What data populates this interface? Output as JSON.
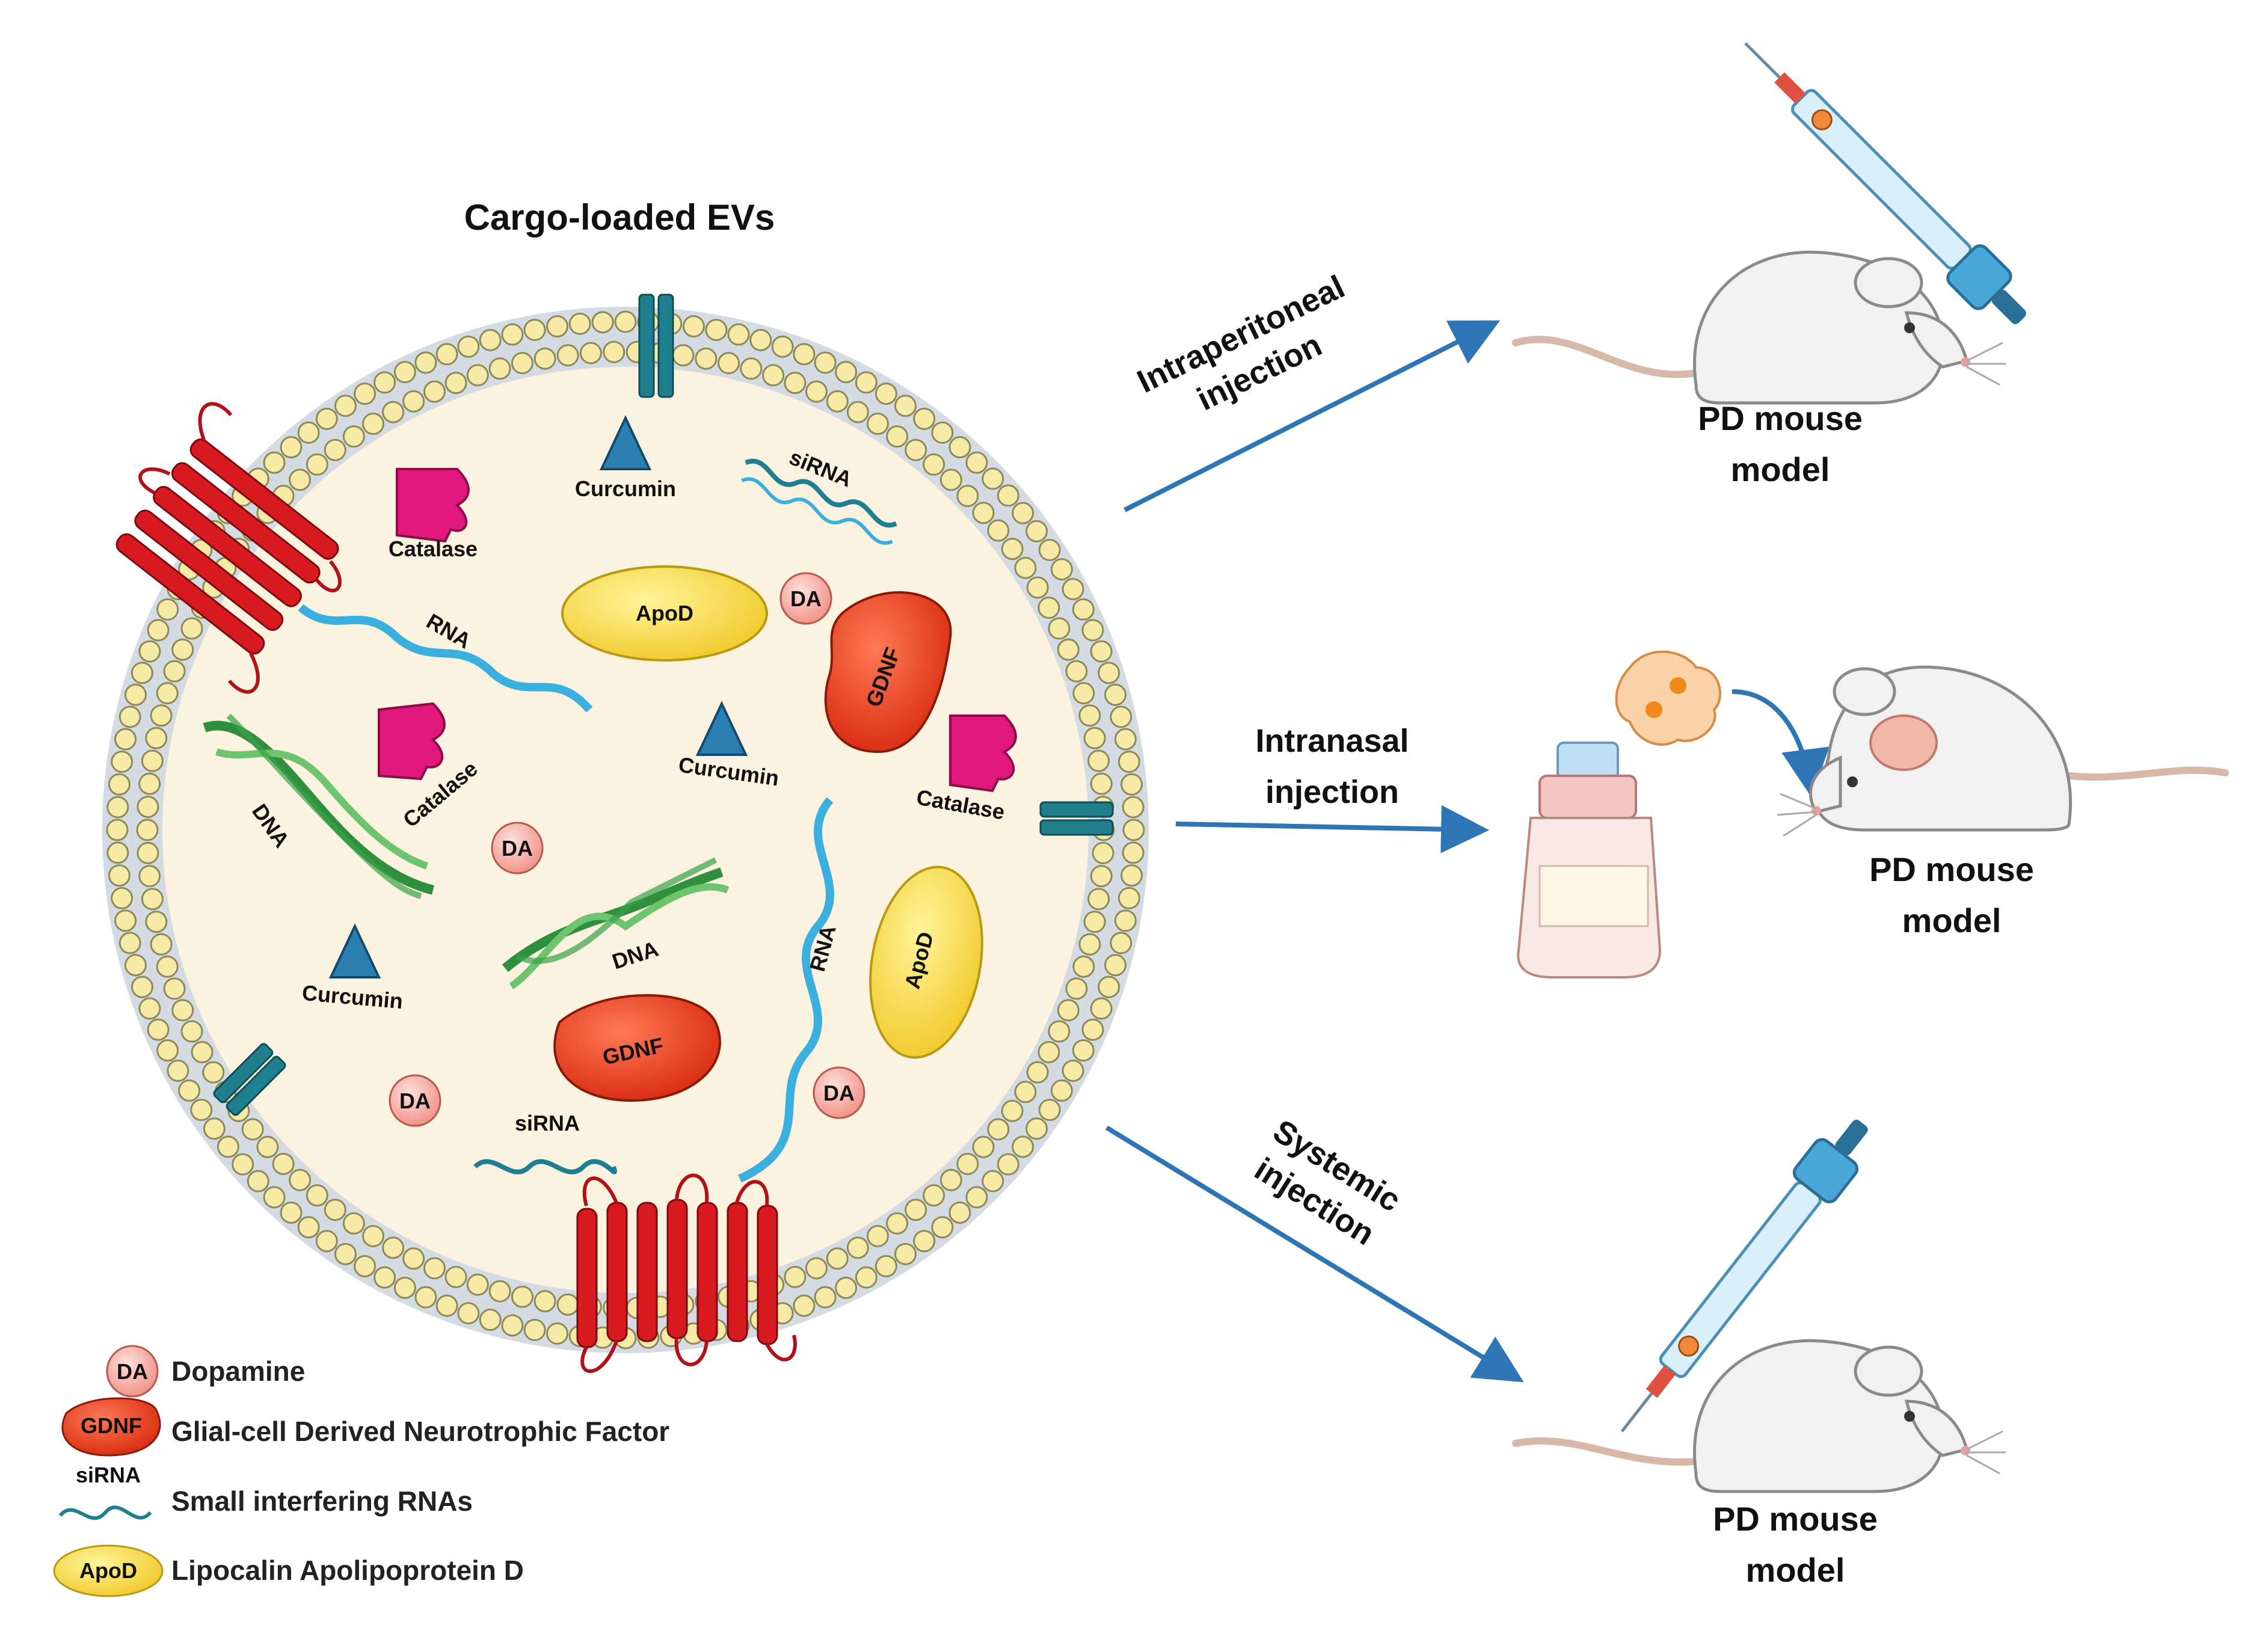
{
  "title": "Cargo-loaded EVs",
  "cargo": {
    "curcumin": "Curcumin",
    "catalase": "Catalase",
    "sirna": "siRNA",
    "rna": "RNA",
    "dna": "DNA",
    "apod": "ApoD",
    "da": "DA",
    "gdnf": "GDNF"
  },
  "routes": [
    {
      "line1": "Intraperitoneal",
      "line2": "injection",
      "model1": "PD mouse",
      "model2": "model"
    },
    {
      "line1": "Intranasal",
      "line2": "injection",
      "model1": "PD mouse",
      "model2": "model"
    },
    {
      "line1": "Systemic",
      "line2": "injection",
      "model1": "PD mouse",
      "model2": "model"
    }
  ],
  "legend": [
    {
      "icon": "DA",
      "label": "Dopamine"
    },
    {
      "icon": "GDNF",
      "label": "Glial-cell Derived Neurotrophic Factor"
    },
    {
      "icon": "siRNA",
      "label": "Small interfering RNAs"
    },
    {
      "icon": "ApoD",
      "label": "Lipocalin Apolipoprotein D"
    }
  ],
  "colors": {
    "membrane_head": "#f7e9a6",
    "membrane_outline": "#8c8a5a",
    "lumen": "#fbf3df",
    "channel": "#1f7f8c",
    "arrow": "#2e75b6",
    "gdnf": "#e8391d",
    "apod": "#f5d63a",
    "da": "#f5a9a0",
    "catalase": "#e0187c",
    "curcumin": "#2a7fb0",
    "dna": "#3aa14a",
    "rna": "#3bb0df",
    "sirna": "#1e7f93",
    "receptor": "#d71920"
  }
}
